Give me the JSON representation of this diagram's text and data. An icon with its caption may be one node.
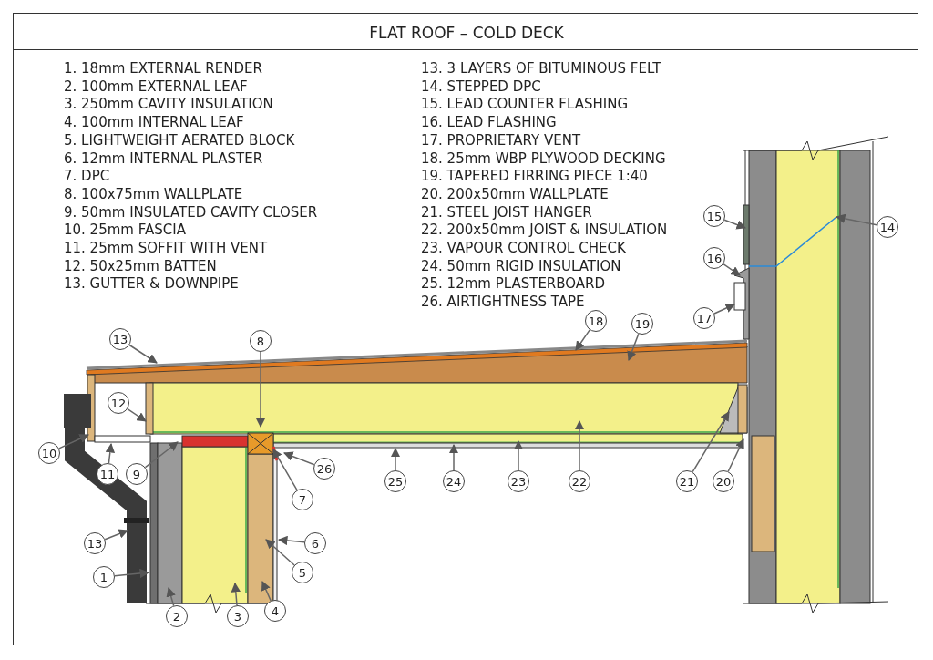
{
  "diagram": {
    "title": "FLAT ROOF – COLD DECK",
    "nodes": [
      {
        "text": [
          "15"
        ]
      },
      {
        "text": [
          "14"
        ]
      },
      {
        "text": [
          "16"
        ]
      },
      {
        "text": [
          "17"
        ]
      },
      {
        "text": [
          "18"
        ]
      },
      {
        "text": [
          "19"
        ]
      },
      {
        "text": [
          "13"
        ]
      },
      {
        "text": [
          "8"
        ]
      },
      {
        "text": [
          "12"
        ]
      },
      {
        "text": [
          "10"
        ]
      },
      {
        "text": [
          "11"
        ]
      },
      {
        "text": [
          "9"
        ]
      },
      {
        "text": [
          "7"
        ]
      },
      {
        "text": [
          "26"
        ]
      },
      {
        "text": [
          "25"
        ]
      },
      {
        "text": [
          "24"
        ]
      },
      {
        "text": [
          "23"
        ]
      },
      {
        "text": [
          "22"
        ]
      },
      {
        "text": [
          "21"
        ]
      },
      {
        "text": [
          "20"
        ]
      },
      {
        "text": [
          "6"
        ]
      },
      {
        "text": [
          "13"
        ]
      },
      {
        "text": [
          "5"
        ]
      },
      {
        "text": [
          "1"
        ]
      },
      {
        "text": [
          "2"
        ]
      },
      {
        "text": [
          "3"
        ]
      },
      {
        "text": [
          "4"
        ]
      }
    ],
    "edges": [
      {
        "from": 0,
        "to": null,
        "arrow": "to"
      },
      {
        "from": 1,
        "to": null,
        "arrow": "to"
      },
      {
        "from": 2,
        "to": null,
        "arrow": "to"
      },
      {
        "from": 3,
        "to": null,
        "arrow": "to"
      },
      {
        "from": 4,
        "to": null,
        "arrow": "to"
      },
      {
        "from": 5,
        "to": null,
        "arrow": "to"
      },
      {
        "from": 6,
        "to": null,
        "arrow": "to"
      },
      {
        "from": 7,
        "to": null,
        "arrow": "to"
      },
      {
        "from": 8,
        "to": null,
        "arrow": "to"
      },
      {
        "from": 9,
        "to": null,
        "arrow": "to"
      },
      {
        "from": 10,
        "to": null,
        "arrow": "to"
      },
      {
        "from": 11,
        "to": null,
        "arrow": "to"
      },
      {
        "from": 12,
        "to": null,
        "arrow": "to"
      },
      {
        "from": 13,
        "to": null,
        "arrow": "to"
      },
      {
        "from": 14,
        "to": null,
        "arrow": "to"
      },
      {
        "from": 15,
        "to": null,
        "arrow": "to"
      },
      {
        "from": 16,
        "to": null,
        "arrow": "to"
      },
      {
        "from": 17,
        "to": null,
        "arrow": "to"
      },
      {
        "from": 18,
        "to": null,
        "arrow": "to"
      },
      {
        "from": 19,
        "to": null,
        "arrow": "to"
      },
      {
        "from": 20,
        "to": null,
        "arrow": "to"
      },
      {
        "from": 21,
        "to": null,
        "arrow": "to"
      },
      {
        "from": 22,
        "to": null,
        "arrow": "to"
      },
      {
        "from": 23,
        "to": null,
        "arrow": "to"
      },
      {
        "from": 24,
        "to": null,
        "arrow": "to"
      },
      {
        "from": 25,
        "to": null,
        "arrow": "to"
      },
      {
        "from": 26,
        "to": null,
        "arrow": "to"
      }
    ],
    "labels": [
      "1. 18mm EXTERNAL RENDER",
      "2. 100mm EXTERNAL LEAF",
      "3. 250mm CAVITY INSULATION",
      "4. 100mm INTERNAL LEAF",
      "5. LIGHTWEIGHT AERATED BLOCK",
      "6. 12mm INTERNAL PLASTER",
      "7. DPC",
      "8. 100x75mm WALLPLATE",
      "9. 50mm INSULATED CAVITY CLOSER",
      "10. 25mm FASCIA",
      "11. 25mm SOFFIT WITH VENT",
      "12. 50x25mm BATTEN",
      "13. GUTTER & DOWNPIPE",
      "13. 3 LAYERS OF BITUMINOUS FELT",
      "14. STEPPED DPC",
      "15. LEAD COUNTER FLASHING",
      "16. LEAD FLASHING",
      "17. PROPRIETARY VENT",
      "18. 25mm WBP PLYWOOD DECKING",
      "19. TAPERED FIRRING PIECE 1:40",
      "20. 200x50mm WALLPLATE",
      "21. STEEL JOIST HANGER",
      "22. 200x50mm JOIST & INSULATION",
      "23. VAPOUR CONTROL CHECK",
      "24. 50mm RIGID INSULATION",
      "25. 12mm PLASTERBOARD",
      "26. AIRTIGHTNESS TAPE"
    ]
  }
}
